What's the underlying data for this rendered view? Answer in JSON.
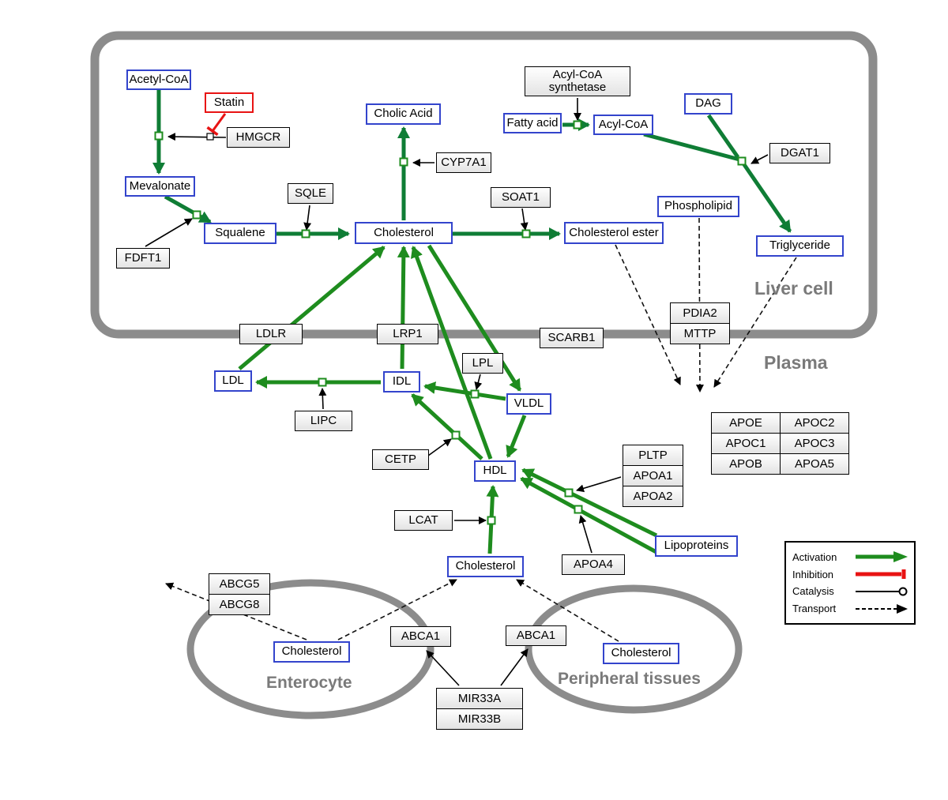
{
  "regions": {
    "liver": {
      "label": "Liver cell"
    },
    "plasma": {
      "label": "Plasma"
    },
    "enterocyte": {
      "label": "Enterocyte"
    },
    "peripheral": {
      "label": "Peripheral tissues"
    }
  },
  "legend": {
    "activation": "Activation",
    "inhibition": "Inhibition",
    "catalysis": "Catalysis",
    "transport": "Transport"
  },
  "colors": {
    "activation_green": "#1e8c1e",
    "metabolic_green": "#0f7d35",
    "inhibition_red": "#e81313",
    "metabolite_border_blue": "#3344cc",
    "membrane_gray": "#8c8c8c",
    "region_label_gray": "#7a7a7a"
  },
  "nodes": {
    "acetyl_coa": {
      "label": "Acetyl-CoA"
    },
    "statin": {
      "label": "Statin"
    },
    "hmgcr": {
      "label": "HMGCR"
    },
    "mevalonate": {
      "label": "Mevalonate"
    },
    "fdft1": {
      "label": "FDFT1"
    },
    "squalene": {
      "label": "Squalene"
    },
    "sqle": {
      "label": "SQLE"
    },
    "cholesterol_liver": {
      "label": "Cholesterol"
    },
    "cholic_acid": {
      "label": "Cholic Acid"
    },
    "cyp7a1": {
      "label": "CYP7A1"
    },
    "soat1": {
      "label": "SOAT1"
    },
    "cholesterol_ester": {
      "label": "Cholesterol ester"
    },
    "acyl_coa_synthetase": {
      "label": "Acyl-CoA synthetase"
    },
    "fatty_acid": {
      "label": "Fatty acid"
    },
    "acyl_coa": {
      "label": "Acyl-CoA"
    },
    "dag": {
      "label": "DAG"
    },
    "dgat1": {
      "label": "DGAT1"
    },
    "phospholipid": {
      "label": "Phospholipid"
    },
    "triglyceride": {
      "label": "Triglyceride"
    },
    "ldlr": {
      "label": "LDLR"
    },
    "lrp1": {
      "label": "LRP1"
    },
    "scarb1": {
      "label": "SCARB1"
    },
    "pdia2": {
      "label": "PDIA2"
    },
    "mttp": {
      "label": "MTTP"
    },
    "ldl": {
      "label": "LDL"
    },
    "idl": {
      "label": "IDL"
    },
    "lipc": {
      "label": "LIPC"
    },
    "lpl": {
      "label": "LPL"
    },
    "vldl": {
      "label": "VLDL"
    },
    "cetp": {
      "label": "CETP"
    },
    "hdl": {
      "label": "HDL"
    },
    "lcat": {
      "label": "LCAT"
    },
    "pltp": {
      "label": "PLTP"
    },
    "apoa1": {
      "label": "APOA1"
    },
    "apoa2": {
      "label": "APOA2"
    },
    "apoa4": {
      "label": "APOA4"
    },
    "lipoproteins": {
      "label": "Lipoproteins"
    },
    "apoe": {
      "label": "APOE"
    },
    "apoc2": {
      "label": "APOC2"
    },
    "apoc1": {
      "label": "APOC1"
    },
    "apoc3": {
      "label": "APOC3"
    },
    "apob": {
      "label": "APOB"
    },
    "apoa5": {
      "label": "APOA5"
    },
    "cholesterol_plasma": {
      "label": "Cholesterol"
    },
    "abcg5": {
      "label": "ABCG5"
    },
    "abcg8": {
      "label": "ABCG8"
    },
    "cholesterol_enterocyte": {
      "label": "Cholesterol"
    },
    "abca1_left": {
      "label": "ABCA1"
    },
    "abca1_right": {
      "label": "ABCA1"
    },
    "cholesterol_peripheral": {
      "label": "Cholesterol"
    },
    "mir33a": {
      "label": "MIR33A"
    },
    "mir33b": {
      "label": "MIR33B"
    }
  }
}
